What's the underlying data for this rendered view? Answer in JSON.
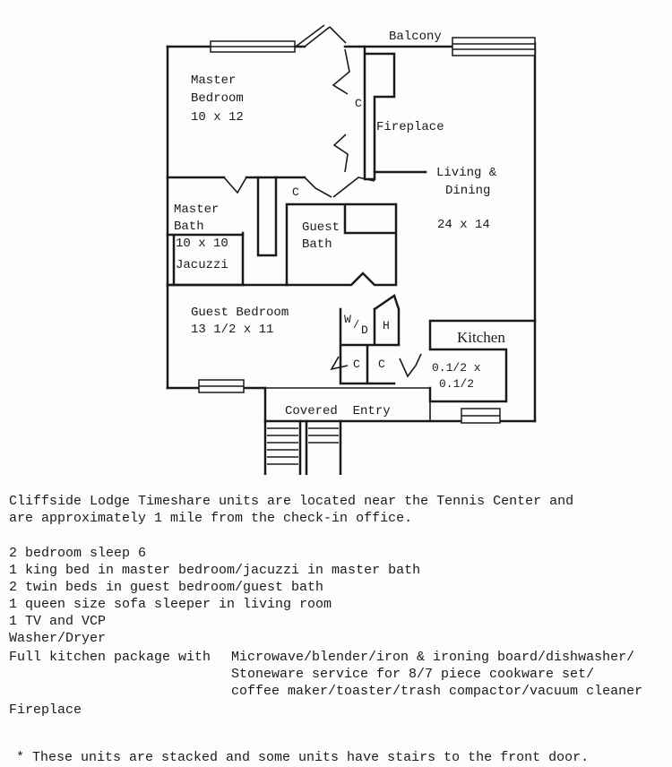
{
  "floorplan": {
    "rooms": {
      "balcony": "Balcony",
      "master_bedroom": [
        "Master",
        "Bedroom",
        "10 x 12"
      ],
      "closet": "C",
      "fireplace": "Fireplace",
      "living_dining": [
        "Living &",
        "Dining",
        "24 x 14"
      ],
      "master_bath": [
        "Master",
        "Bath",
        "10 x 10",
        "Jacuzzi"
      ],
      "guest_bath": [
        "Guest",
        "Bath"
      ],
      "guest_bedroom": [
        "Guest Bedroom",
        "13 1/2 x 11"
      ],
      "washer_dryer": [
        "W",
        "/",
        "D"
      ],
      "water_heater": "H",
      "kitchen": [
        "Kitchen",
        "0.1/2 x",
        "0.1/2"
      ],
      "covered_entry": "Covered  Entry"
    }
  },
  "description": {
    "intro_lines": [
      "Cliffside Lodge Timeshare units are located near the Tennis Center and",
      "are approximately 1 mile from the check-in office."
    ],
    "amenities": [
      "2 bedroom sleep 6",
      "1 king bed in master bedroom/jacuzzi in master bath",
      "2 twin beds in guest bedroom/guest bath",
      "1 queen size sofa sleeper in living room",
      "1 TV and VCP",
      "Washer/Dryer"
    ],
    "kitchen_label": "Full kitchen package with ",
    "kitchen_items": [
      "Microwave/blender/iron & ironing board/dishwasher/",
      "Stoneware service for 8/7 piece cookware set/",
      "coffee maker/toaster/trash compactor/vacuum cleaner"
    ],
    "fireplace_line": "Fireplace",
    "footnote": "* These units are stacked and some units have stairs to the front door."
  }
}
